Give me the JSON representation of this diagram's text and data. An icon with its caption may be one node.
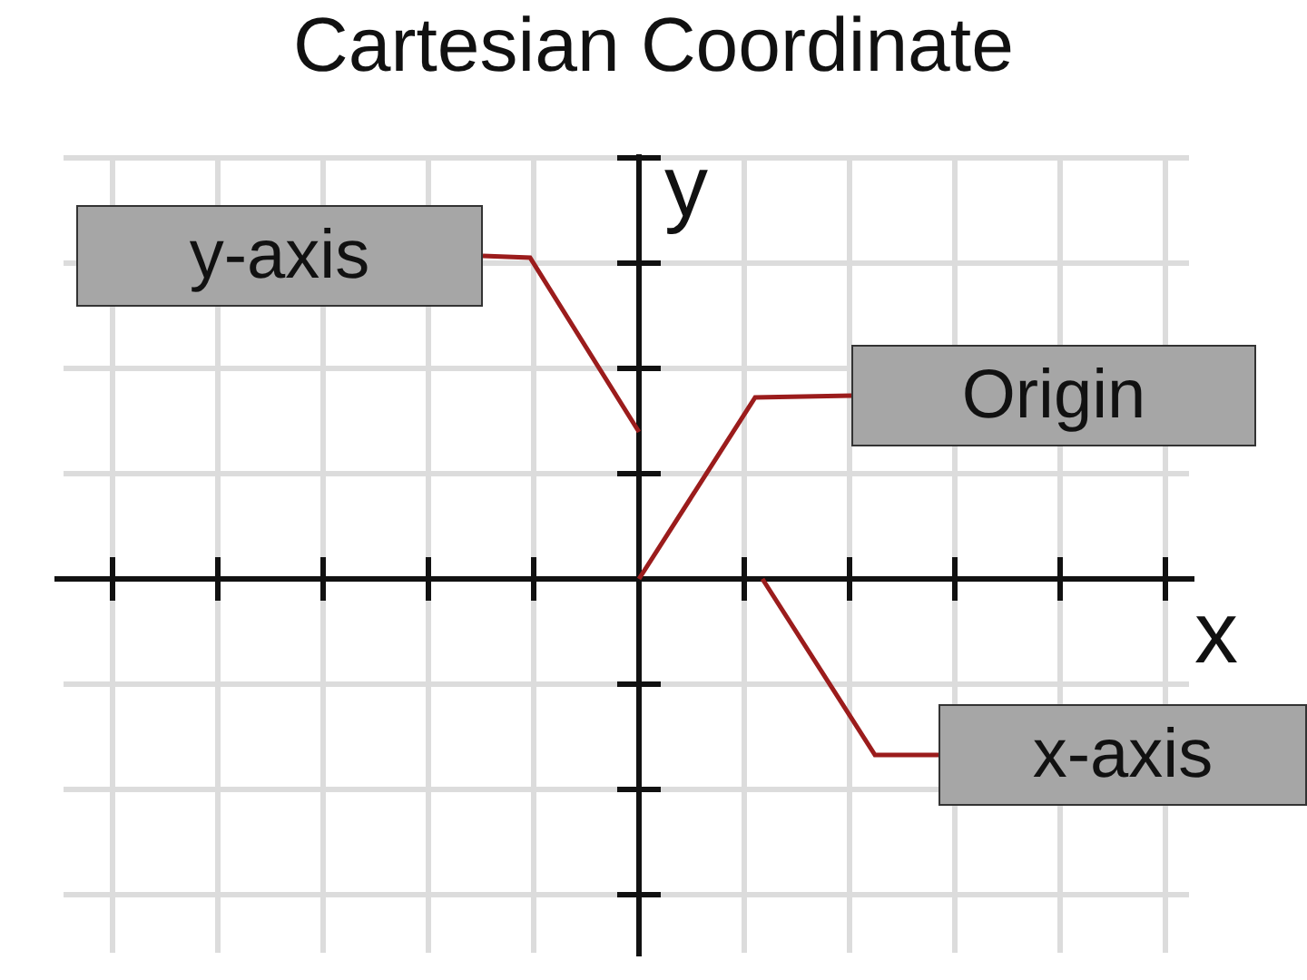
{
  "diagram": {
    "title": "Cartesian Coordinate",
    "nodes": [
      {
        "text": [
          "y-axis"
        ]
      },
      {
        "text": [
          "Origin"
        ]
      },
      {
        "text": [
          "x-axis"
        ]
      }
    ],
    "edges": [
      {
        "from": 0,
        "to": null,
        "arrow": "none"
      },
      {
        "from": 1,
        "to": null,
        "arrow": "none"
      },
      {
        "from": 2,
        "to": null,
        "arrow": "none"
      }
    ],
    "labels": [
      "y",
      "x"
    ]
  }
}
